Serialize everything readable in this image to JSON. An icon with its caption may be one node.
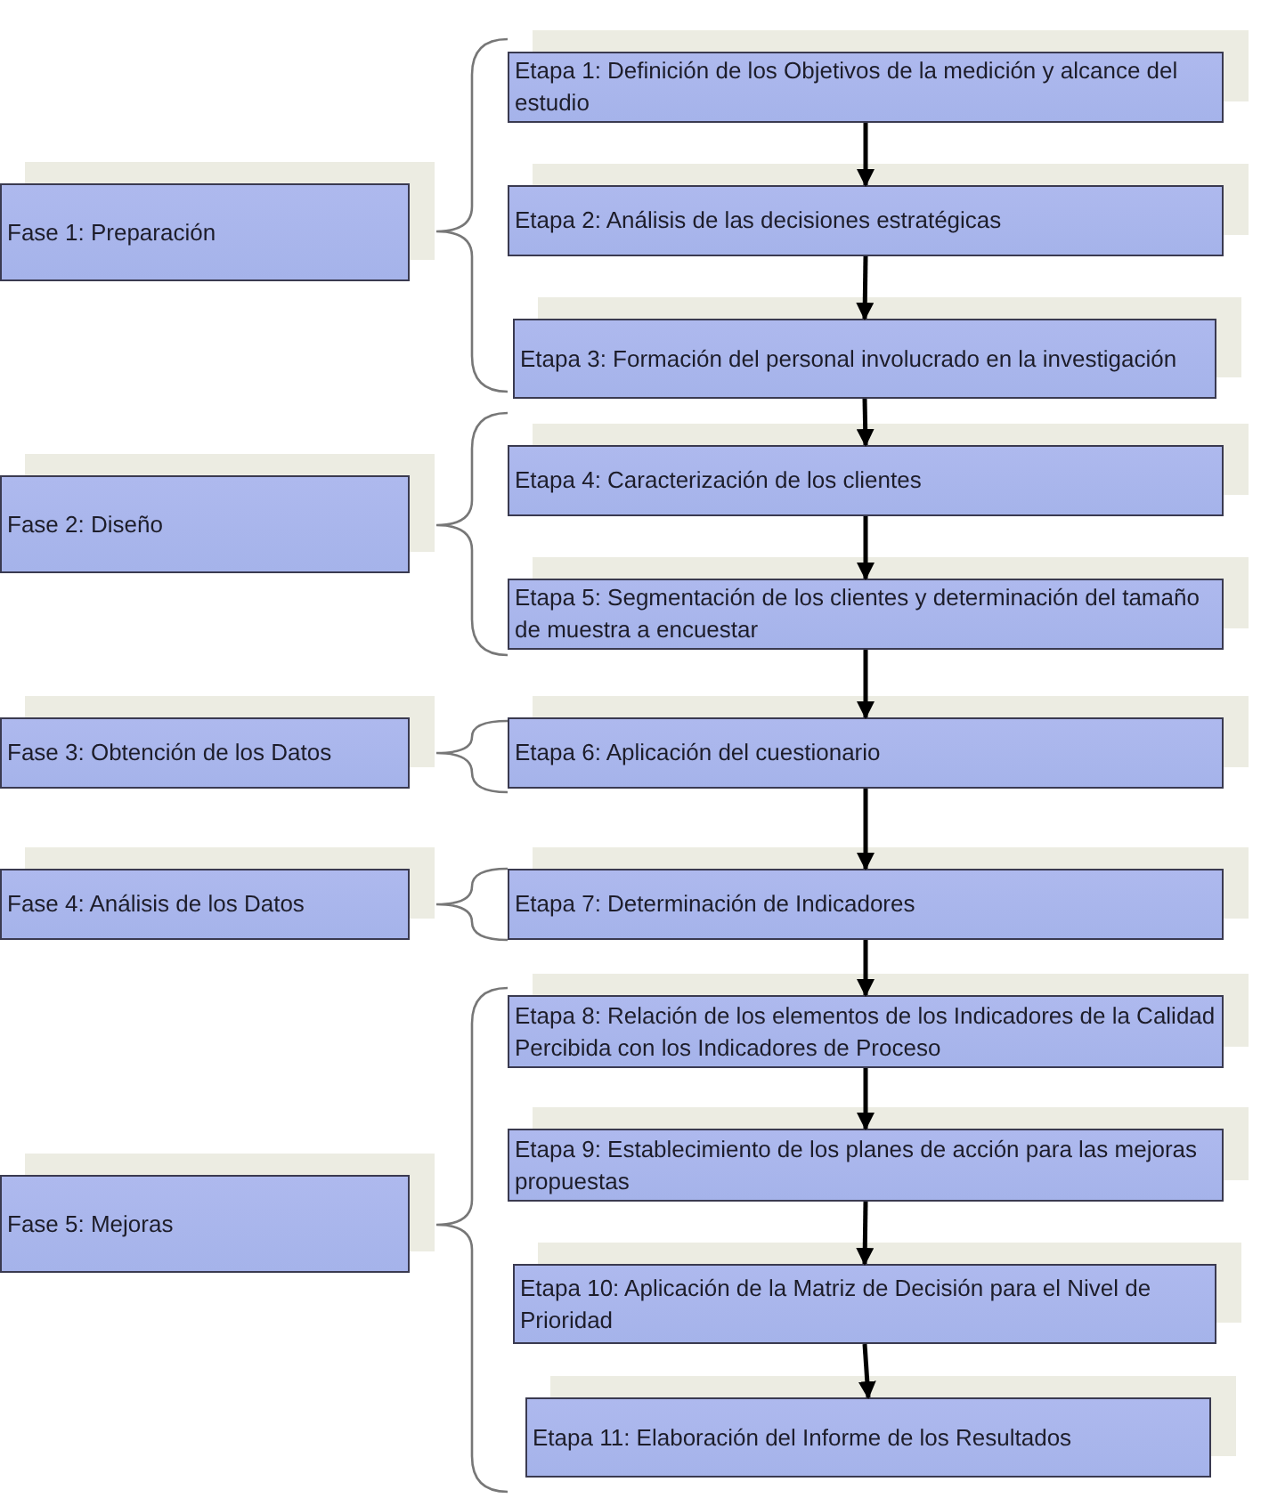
{
  "diagram": {
    "nodes": [
      {
        "text": [
          "Fase 1: Preparación"
        ]
      },
      {
        "text": [
          "Fase 2: Diseño"
        ]
      },
      {
        "text": [
          "Fase 3: Obtención de los Datos"
        ]
      },
      {
        "text": [
          "Fase 4: Análisis de los Datos"
        ]
      },
      {
        "text": [
          "Fase 5: Mejoras"
        ]
      },
      {
        "text": [
          "Etapa 1: Definición de los Objetivos de la medición y alcance del estudio"
        ]
      },
      {
        "text": [
          "Etapa 2: Análisis de las decisiones estratégicas"
        ]
      },
      {
        "text": [
          "Etapa 3: Formación del personal involucrado en la investigación"
        ]
      },
      {
        "text": [
          "Etapa 4: Caracterización de los clientes"
        ]
      },
      {
        "text": [
          "Etapa 5: Segmentación de los clientes y determinación del tamaño de muestra a encuestar"
        ]
      },
      {
        "text": [
          "Etapa 6: Aplicación del cuestionario"
        ]
      },
      {
        "text": [
          "Etapa 7: Determinación de Indicadores"
        ]
      },
      {
        "text": [
          "Etapa 8: Relación de los elementos de los Indicadores de la Calidad Percibida con los Indicadores de Proceso"
        ]
      },
      {
        "text": [
          "Etapa 9: Establecimiento de los planes de acción para las mejoras propuestas"
        ]
      },
      {
        "text": [
          "Etapa 10: Aplicación de la Matriz de Decisión para el Nivel de Prioridad"
        ]
      },
      {
        "text": [
          "Etapa 11: Elaboración del Informe de los Resultados"
        ]
      }
    ],
    "edges": [
      {
        "from": 5,
        "to": 6,
        "arrow": "to"
      },
      {
        "from": 6,
        "to": 7,
        "arrow": "to"
      },
      {
        "from": 7,
        "to": 8,
        "arrow": "to"
      },
      {
        "from": 8,
        "to": 9,
        "arrow": "to"
      },
      {
        "from": 9,
        "to": 10,
        "arrow": "to"
      },
      {
        "from": 10,
        "to": 11,
        "arrow": "to"
      },
      {
        "from": 11,
        "to": 12,
        "arrow": "to"
      },
      {
        "from": 12,
        "to": 13,
        "arrow": "to"
      },
      {
        "from": 13,
        "to": 14,
        "arrow": "to"
      },
      {
        "from": 14,
        "to": 15,
        "arrow": "to"
      }
    ]
  }
}
